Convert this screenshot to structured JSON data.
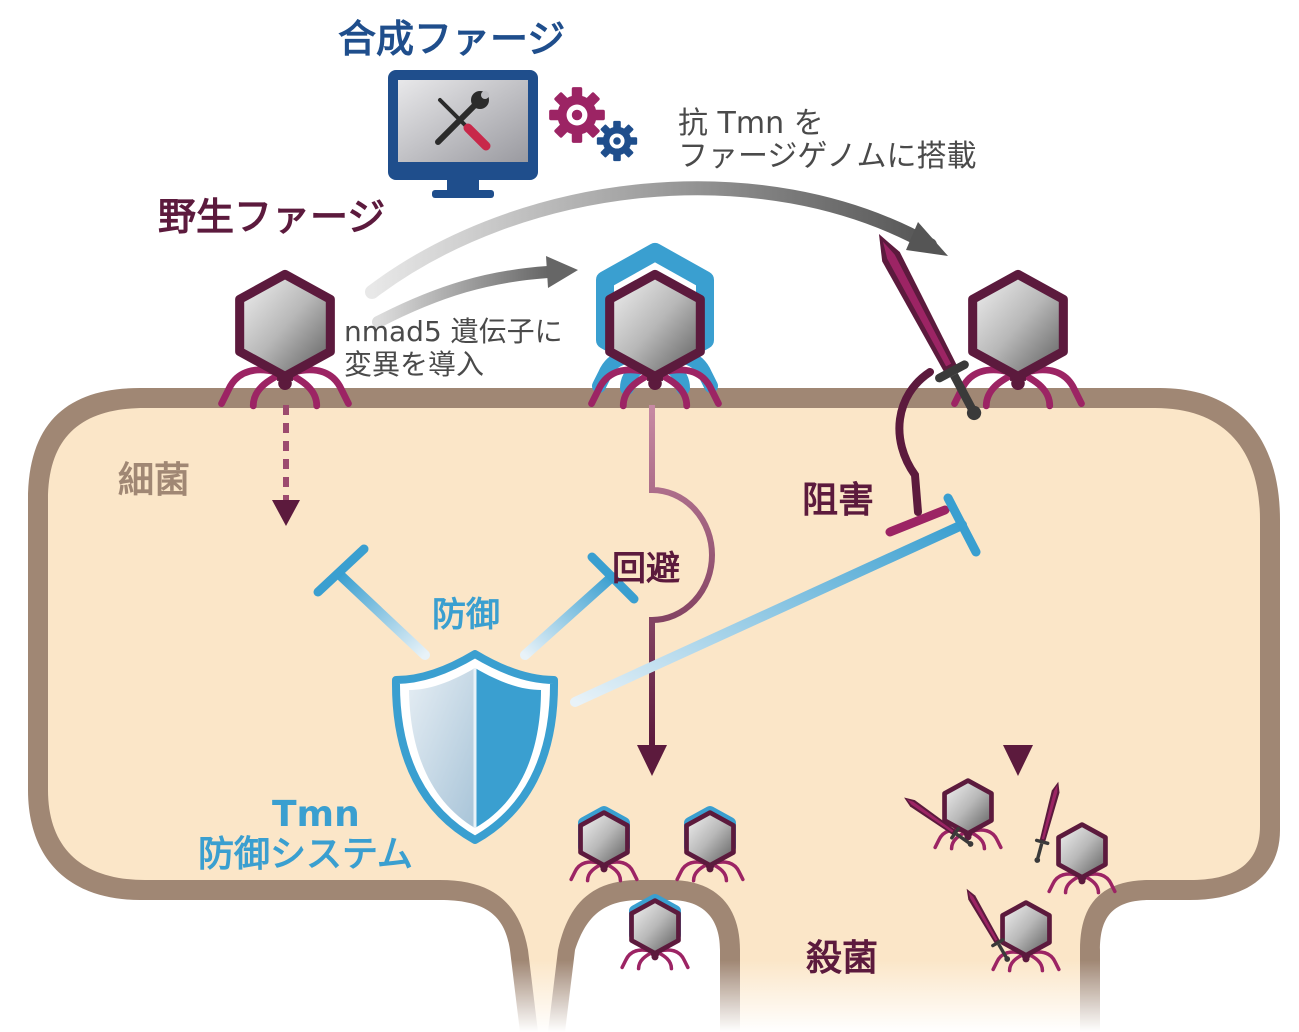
{
  "labels": {
    "synthetic_phage": "合成ファージ",
    "wild_phage": "野生ファージ",
    "anti_tmn_line1": "抗 Tmn を",
    "anti_tmn_line2": "ファージゲノムに搭載",
    "mutation_line1": "nmad5 遺伝子に",
    "mutation_line2": "変異を導入",
    "bacterium": "細菌",
    "defense": "防御",
    "evasion": "回避",
    "inhibition": "阻害",
    "tmn_line1": "Tmn",
    "tmn_line2": "防御システム",
    "killing": "殺菌"
  },
  "colors": {
    "phage": "#5c1a3d",
    "phage_legs": "#9c2464",
    "defense_blue": "#3a9fd0",
    "cell_wall": "#a08774",
    "cell_interior": "#fbe6c8",
    "synthetic_title": "#1f4e8c",
    "wild_title": "#5c1a3d"
  },
  "icons": [
    "computer-monitor-icon",
    "wrench-icon",
    "screwdriver-icon",
    "gear-icon",
    "shield-icon",
    "sword-icon",
    "phage-icon"
  ]
}
